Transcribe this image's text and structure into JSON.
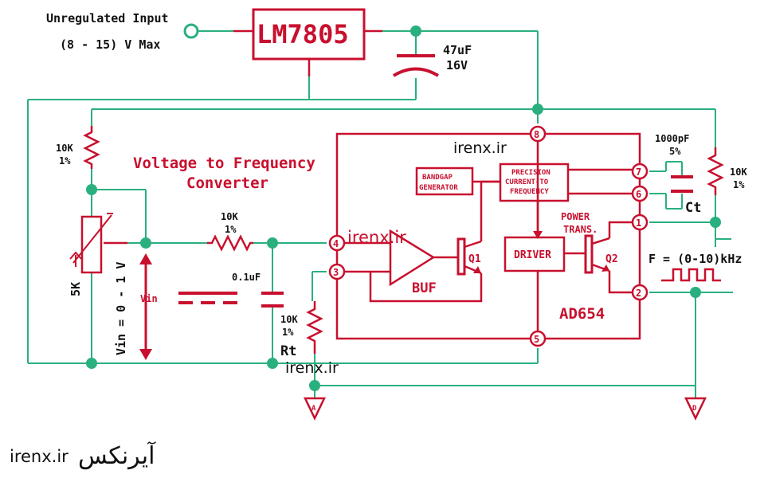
{
  "labels": {
    "input_line1": "Unregulated Input",
    "input_line2": "(8 - 15) V Max",
    "regulator": "LM7805",
    "cap_value": "47uF",
    "cap_voltage": "16V",
    "title_line1": "Voltage to Frequency",
    "title_line2": "Converter",
    "res_top_left_value": "10K",
    "res_top_left_tol": "1%",
    "res_input_value": "10K",
    "res_input_tol": "1%",
    "pot_value": "5K",
    "vin_range": "Vin = 0 - 1 V",
    "vin_label": "Vin",
    "cap_filter": "0.1uF",
    "rt_value": "10K",
    "rt_tol": "1%",
    "rt_name": "Rt",
    "ct_value": "1000pF",
    "ct_tol": "5%",
    "ct_name": "Ct",
    "res_right_value": "10K",
    "res_right_tol": "1%",
    "bandgap_line1": "BANDGAP",
    "bandgap_line2": "GENERATOR",
    "pcf_line1": "PRECISION",
    "pcf_line2": "CURRENT-TO",
    "pcf_line3": "FREQUENCY",
    "driver": "DRIVER",
    "buf": "BUF",
    "q1": "Q1",
    "q2": "Q2",
    "power_line1": "POWER",
    "power_line2": "TRANS.",
    "freq_out": "F = (0-10)kHz",
    "chip": "AD654",
    "pin1": "1",
    "pin2": "2",
    "pin3": "3",
    "pin4": "4",
    "pin5": "5",
    "pin6": "6",
    "pin7": "7",
    "pin8": "8",
    "ground_a": "A",
    "ground_d": "D"
  },
  "watermarks": {
    "wm1": "irenx.ir",
    "wm2": "irenx.ir",
    "wm3": "irenx.ir",
    "brand_latin": "irenx.ir",
    "brand_persian": "آیرنکس"
  },
  "colors": {
    "wire": "#2ab07e",
    "component": "#c8102e",
    "text": "#111111",
    "background": "#ffffff"
  }
}
